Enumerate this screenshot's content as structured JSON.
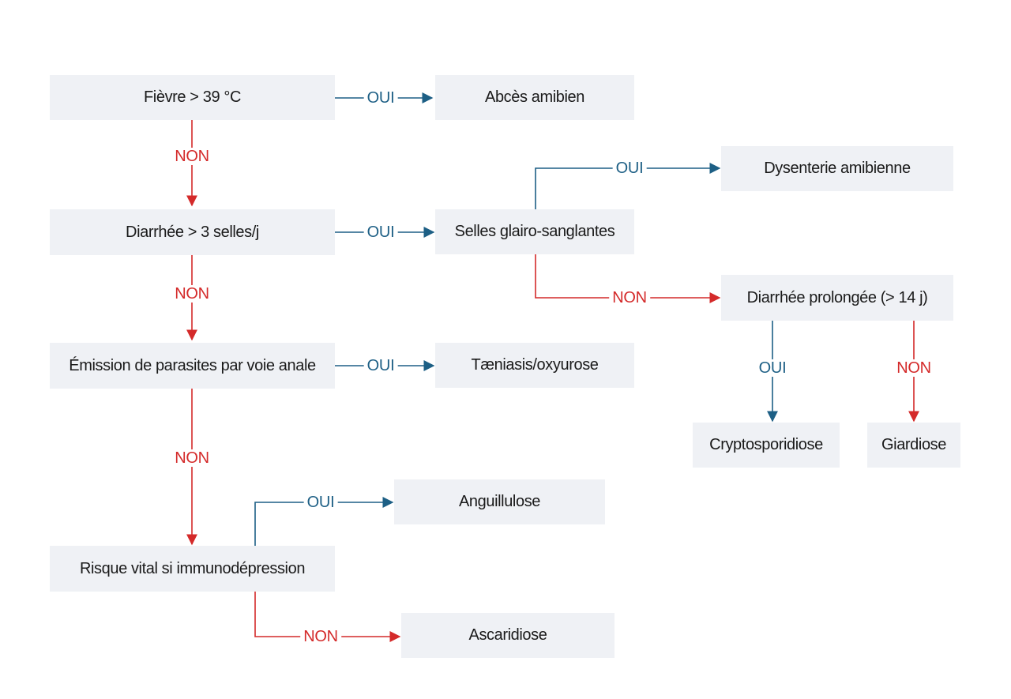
{
  "nodes": {
    "fievre": "Fièvre > 39 °C",
    "abces": "Abcès amibien",
    "diarrhee": "Diarrhée > 3 selles/j",
    "selles": "Selles glairo-sanglantes",
    "dysenterie": "Dysenterie amibienne",
    "prolongee": "Diarrhée prolongée (> 14 j)",
    "cryptosporidiose": "Cryptosporidiose",
    "giardiose": "Giardiose",
    "emission": "Émission de parasites par voie anale",
    "taeniasis": "Tæniasis/oxyurose",
    "risque": "Risque vital si immunodépression",
    "anguillulose": "Anguillulose",
    "ascaridiose": "Ascaridiose"
  },
  "labels": {
    "yes": "OUI",
    "no": "NON"
  },
  "colors": {
    "yes": "#1d5f85",
    "no": "#d42a2a",
    "box": "#eff1f5"
  }
}
